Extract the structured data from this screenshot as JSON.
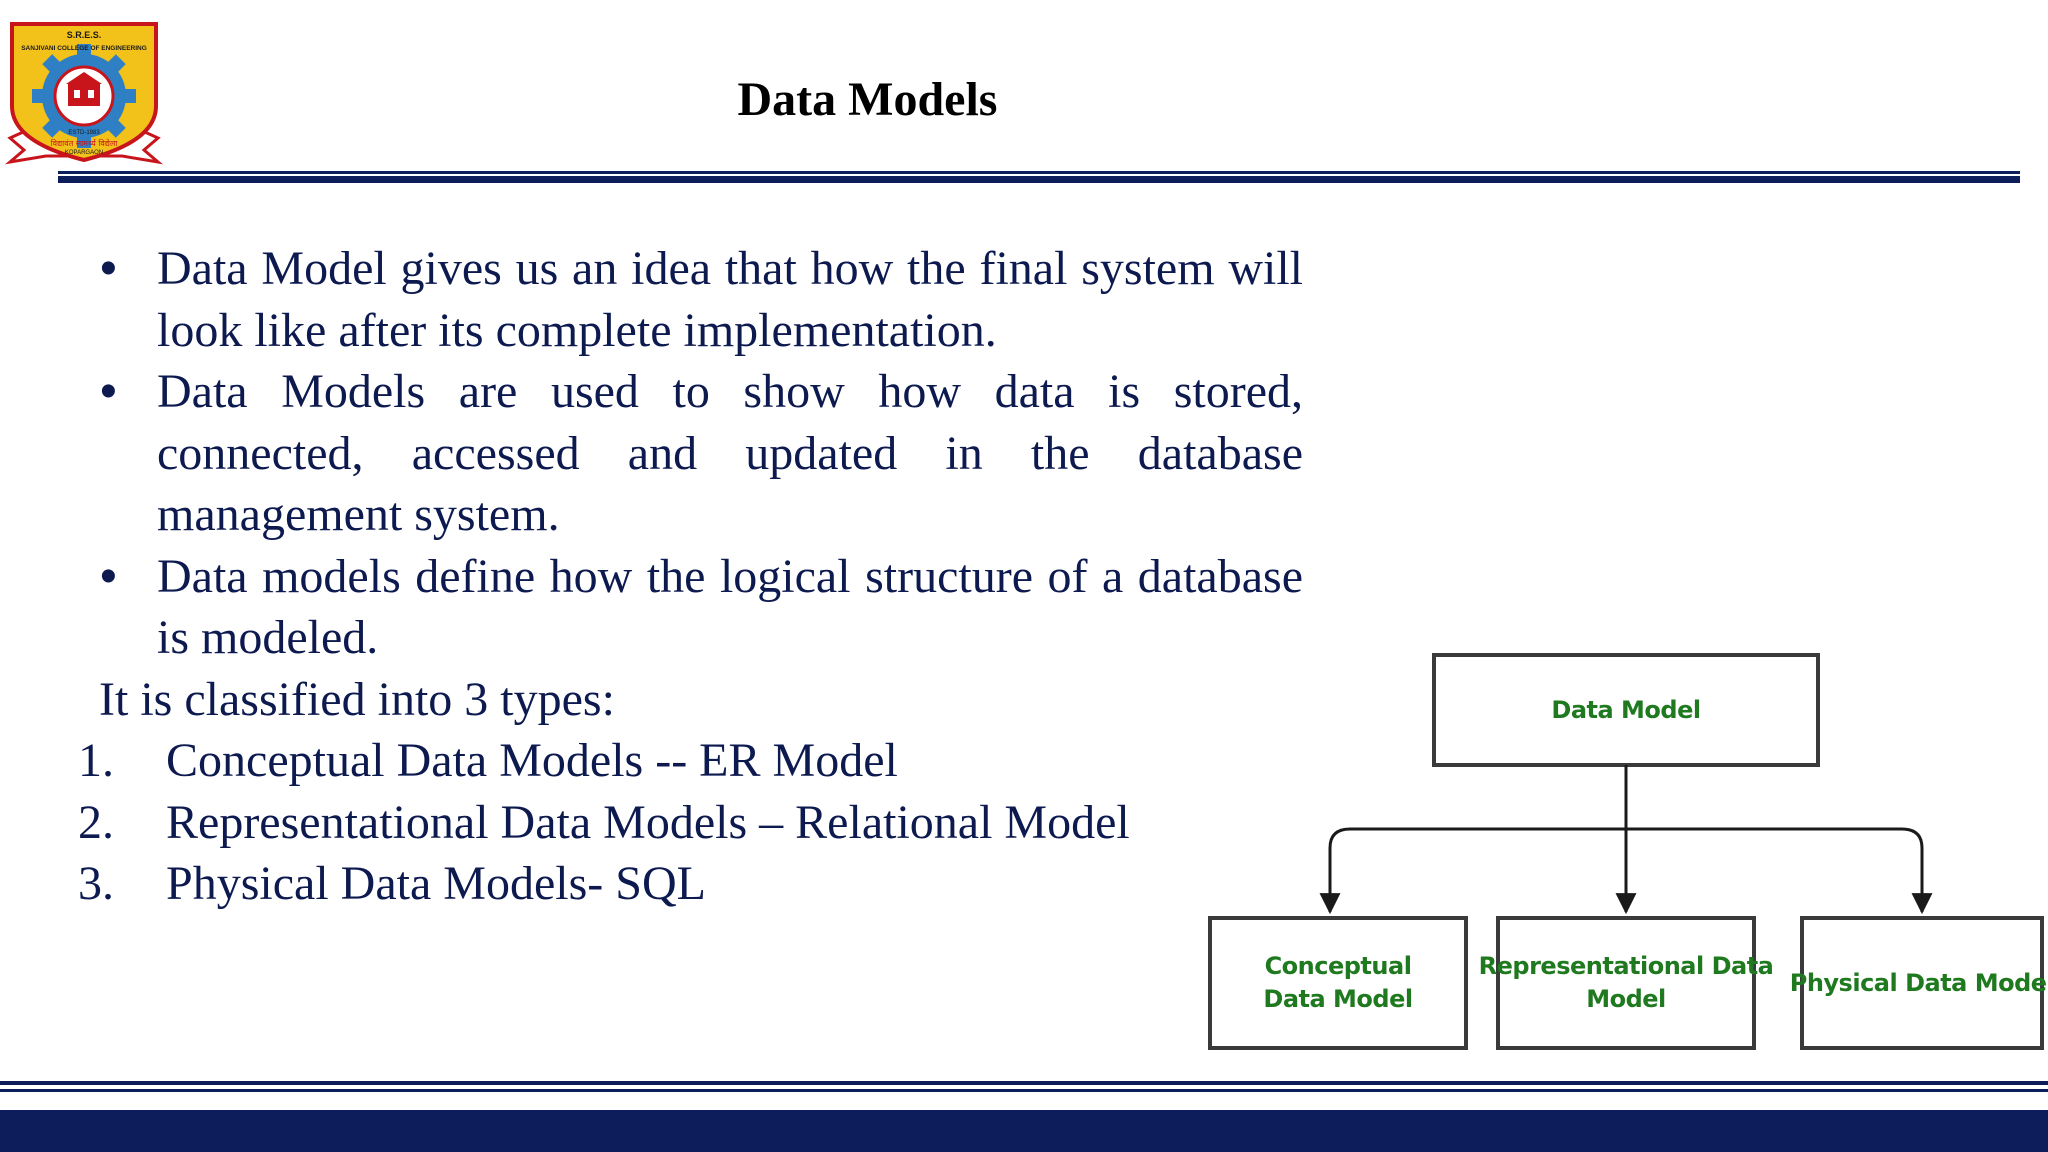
{
  "slide": {
    "title": "Data Models",
    "logo": {
      "top_text": "S.R.E.S.",
      "arc_text": "SANJIVANI COLLEGE OF ENGINEERING",
      "ribbon_text": "विद्यावंत सामर्थ्य विद्येला",
      "estd": "ESTD-1983",
      "place": "KOPARGAON"
    },
    "bullets": [
      "Data Model gives us an idea that how the final system will look like after its complete implementation.",
      "Data Models are used to show how data is stored, connected, accessed and updated in the database management system.",
      "Data models define how the logical structure of a database is modeled."
    ],
    "bullet_symbol": "•",
    "intro": "It is classified into 3 types:",
    "types": [
      {
        "num": "1.",
        "text": "Conceptual  Data Models --  ER Model"
      },
      {
        "num": "2.",
        "text": "Representational Data Models – Relational Model"
      },
      {
        "num": "3.",
        "text": "Physical Data Models- SQL"
      }
    ],
    "colors": {
      "navy": "#0d1d5c",
      "text": "#0d1a4f",
      "diagram_text": "#1f7a1f"
    }
  },
  "diagram": {
    "root": "Data Model",
    "children": [
      {
        "line1": "Conceptual",
        "line2": "Data Model"
      },
      {
        "line1": "Representational Data",
        "line2": "Model"
      },
      {
        "line1": "Physical Data Model",
        "line2": ""
      }
    ]
  }
}
